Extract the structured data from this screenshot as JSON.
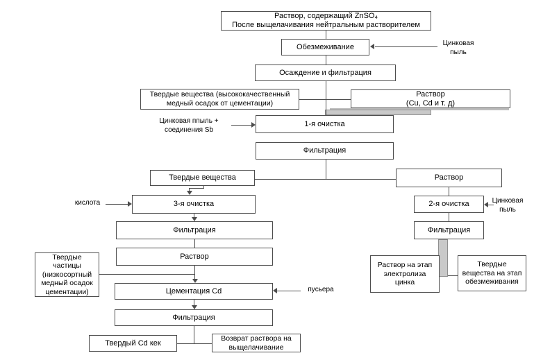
{
  "colors": {
    "line": "#4d4d4d",
    "box_border": "#4d4d4d",
    "box_fill": "#ffffff",
    "gray_connector_fill": "#c9c9c9",
    "gray_connector_border": "#8f8f8f",
    "background": "#ffffff",
    "text": "#000000"
  },
  "nodes": {
    "topBox": {
      "lines": [
        "Раствор, содержащий ZnSO₄",
        "После выщелачивания нейтральным растворителем"
      ]
    },
    "obezm": {
      "lines": [
        "Обезмеживание"
      ]
    },
    "osazh": {
      "lines": [
        "Осаждение и фильтрация"
      ]
    },
    "solidHQ": {
      "lines": [
        "Твердые вещества (высококачественный",
        "медный осадок от цементации)"
      ]
    },
    "rastvorCuCd": {
      "lines": [
        "Раствор",
        "(Cu, Cd и т. д)"
      ]
    },
    "ochistka1": {
      "lines": [
        "1-я очистка"
      ]
    },
    "filtr1": {
      "lines": [
        "Фильтрация"
      ]
    },
    "solids2": {
      "lines": [
        "Твердые вещества"
      ]
    },
    "rastvorR": {
      "lines": [
        "Раствор"
      ]
    },
    "ochistka3": {
      "lines": [
        "3-я очистка"
      ]
    },
    "filtrL": {
      "lines": [
        "Фильтрация"
      ]
    },
    "rastvorL": {
      "lines": [
        "Раствор"
      ]
    },
    "solidsLow": {
      "lines": [
        "Твердые",
        "частицы",
        "(низкосортный",
        "медный осадок",
        "цементации)"
      ]
    },
    "cementCd": {
      "lines": [
        "Цементация Cd"
      ]
    },
    "filtrB": {
      "lines": [
        "Фильтрация"
      ]
    },
    "cdCake": {
      "lines": [
        "Твердый Cd кек"
      ]
    },
    "vozvrat": {
      "lines": [
        "Возврат раствора на",
        "выщелачивание"
      ]
    },
    "ochistka2": {
      "lines": [
        "2-я очистка"
      ]
    },
    "filtrR": {
      "lines": [
        "Фильтрация"
      ]
    },
    "rastvorElec": {
      "lines": [
        "Раствор на этап",
        "электролиза",
        "цинка"
      ]
    },
    "solidsObezm": {
      "lines": [
        "Твердые",
        "вещества на этап",
        "обезмеживания"
      ]
    }
  },
  "labels": {
    "zincDust1": {
      "lines": [
        "Цинковая",
        "пыль"
      ]
    },
    "zincSb": {
      "lines": [
        "Цинковая ппыль +",
        "соединения Sb"
      ]
    },
    "kislota": {
      "lines": [
        "кислота"
      ]
    },
    "pusera": {
      "lines": [
        "пусьера"
      ]
    },
    "zincDust2": {
      "lines": [
        "Цинковая",
        "пыль"
      ]
    }
  }
}
